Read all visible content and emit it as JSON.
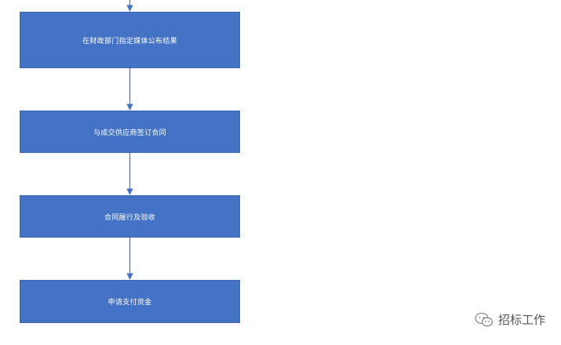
{
  "flowchart": {
    "colors": {
      "box_fill": "#4472c4",
      "arrow": "#4472c4",
      "text": "#ffffff"
    },
    "steps": [
      {
        "label": "在财政部门指定媒体公布结果"
      },
      {
        "label": "与成交供应商签订合同"
      },
      {
        "label": "合同履行及验收"
      },
      {
        "label": "申请支付资金"
      }
    ]
  },
  "watermark": {
    "text": "招标工作",
    "icon": "wechat-icon"
  }
}
